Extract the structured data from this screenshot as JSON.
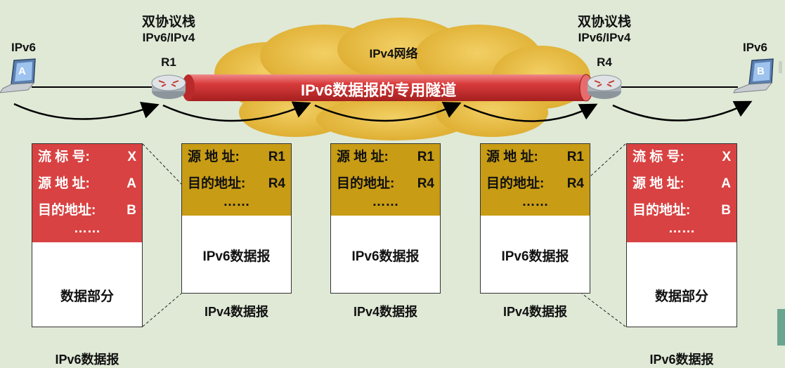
{
  "network": {
    "cloud_label": "IPv4网络",
    "tunnel_label": "IPv6数据报的专用隧道"
  },
  "hosts": {
    "a": {
      "type_label": "IPv6",
      "letter": "A"
    },
    "b": {
      "type_label": "IPv6",
      "letter": "B"
    }
  },
  "routers": {
    "r1": {
      "stack_label": "双协议栈",
      "proto_label": "IPv6/IPv4",
      "name": "R1"
    },
    "r4": {
      "stack_label": "双协议栈",
      "proto_label": "IPv6/IPv4",
      "name": "R4"
    }
  },
  "ipv6_packets": [
    {
      "rows": [
        {
          "key": "流 标 号:",
          "value": "X"
        },
        {
          "key": "源 地 址:",
          "value": "A"
        },
        {
          "key": "目的地址:",
          "value": "B"
        }
      ],
      "ellipsis": "……",
      "body": "数据部分",
      "caption": "IPv6数据报"
    },
    {
      "rows": [
        {
          "key": "流 标 号:",
          "value": "X"
        },
        {
          "key": "源 地 址:",
          "value": "A"
        },
        {
          "key": "目的地址:",
          "value": "B"
        }
      ],
      "ellipsis": "……",
      "body": "数据部分",
      "caption": "IPv6数据报"
    }
  ],
  "ipv4_packets": [
    {
      "rows": [
        {
          "key": "源 地 址:",
          "value": "R1"
        },
        {
          "key": "目的地址:",
          "value": "R4"
        }
      ],
      "ellipsis": "……",
      "body": "IPv6数据报",
      "caption": "IPv4数据报"
    },
    {
      "rows": [
        {
          "key": "源 地 址:",
          "value": "R1"
        },
        {
          "key": "目的地址:",
          "value": "R4"
        }
      ],
      "ellipsis": "……",
      "body": "IPv6数据报",
      "caption": "IPv4数据报"
    },
    {
      "rows": [
        {
          "key": "源 地 址:",
          "value": "R1"
        },
        {
          "key": "目的地址:",
          "value": "R4"
        }
      ],
      "ellipsis": "……",
      "body": "IPv6数据报",
      "caption": "IPv4数据报"
    }
  ],
  "colors": {
    "background": "#dfe9d6",
    "cloud": "#e3b63f",
    "tunnel": "#d93b3b",
    "ipv6_header": "#d94242",
    "ipv4_header": "#c89c14"
  }
}
